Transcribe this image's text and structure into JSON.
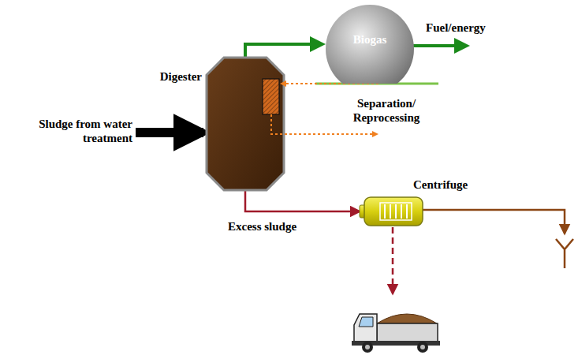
{
  "diagram": {
    "nodes": [
      {
        "text": [
          "Digester"
        ]
      },
      {
        "text": [
          "Biogas"
        ]
      },
      {
        "text": [
          "Centrifuge"
        ]
      }
    ],
    "edges": [
      {
        "from": 0,
        "to": 1,
        "arrow": "to"
      },
      {
        "from": 0,
        "to": 2,
        "label": "Excess sludge",
        "arrow": "to"
      }
    ],
    "labels": [
      "Sludge from water treatment",
      "Fuel/energy",
      "Separation/ Reprocessing"
    ]
  }
}
